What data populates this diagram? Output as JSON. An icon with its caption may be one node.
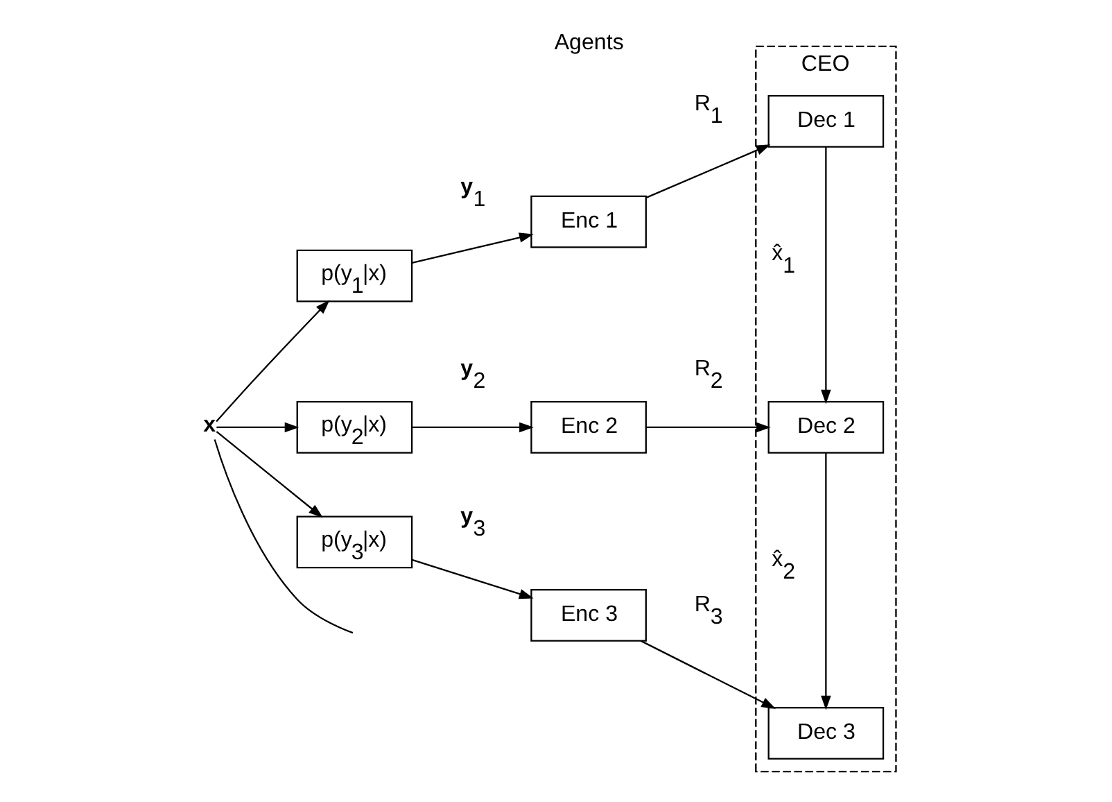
{
  "diagram": {
    "nodes": [
      {
        "text": [
          "**x**"
        ]
      },
      {
        "text": [
          "p(y$_{1}$|x)"
        ]
      },
      {
        "text": [
          "p(y$_{2}$|x)"
        ]
      },
      {
        "text": [
          "p(y$_{3}$|x)"
        ]
      },
      {
        "text": [
          "Enc 1"
        ]
      },
      {
        "text": [
          "Enc 2"
        ]
      },
      {
        "text": [
          "Enc 3"
        ]
      },
      {
        "text": [
          "CEO"
        ]
      },
      {
        "text": [
          "Dec 1"
        ],
        "in": 7
      },
      {
        "text": [
          "Dec 2"
        ],
        "in": 7
      },
      {
        "text": [
          "Dec 3"
        ],
        "in": 7
      }
    ],
    "edges": [
      {
        "from": 0,
        "to": 1,
        "arrow": "to"
      },
      {
        "from": 0,
        "to": 2,
        "arrow": "to"
      },
      {
        "from": 0,
        "to": 3,
        "arrow": "to"
      },
      {
        "from": 0,
        "to": null,
        "arrow": "none"
      },
      {
        "from": 1,
        "to": 4,
        "arrow": "to",
        "label": "**y**$_{1}$"
      },
      {
        "from": 2,
        "to": 5,
        "arrow": "to",
        "label": "**y**$_{2}$"
      },
      {
        "from": 3,
        "to": 6,
        "arrow": "to",
        "label": "**y**$_{3}$"
      },
      {
        "from": 4,
        "to": 8,
        "arrow": "to",
        "label": "R$_{1}$"
      },
      {
        "from": 5,
        "to": 9,
        "arrow": "to",
        "label": "R$_{2}$"
      },
      {
        "from": 6,
        "to": 10,
        "arrow": "to",
        "label": "R$_{3}$"
      },
      {
        "from": 8,
        "to": 9,
        "arrow": "to",
        "label": "x̂$_{1}$"
      },
      {
        "from": 9,
        "to": 10,
        "arrow": "to",
        "label": "x̂$_{2}$"
      }
    ],
    "labels": [
      "Agents"
    ]
  }
}
